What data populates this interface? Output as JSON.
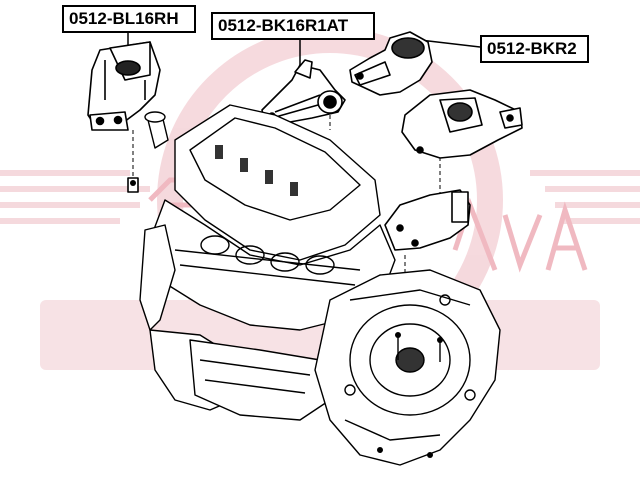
{
  "labels": {
    "bl16rh": "0512-BL16RH",
    "bk16r1at": "0512-BK16R1AT",
    "bkr2": "0512-BKR2"
  },
  "watermark": {
    "text": "ASVA",
    "color": "#f2c9cf"
  },
  "colors": {
    "line": "#000000",
    "watermark": "#f4d3d8"
  }
}
